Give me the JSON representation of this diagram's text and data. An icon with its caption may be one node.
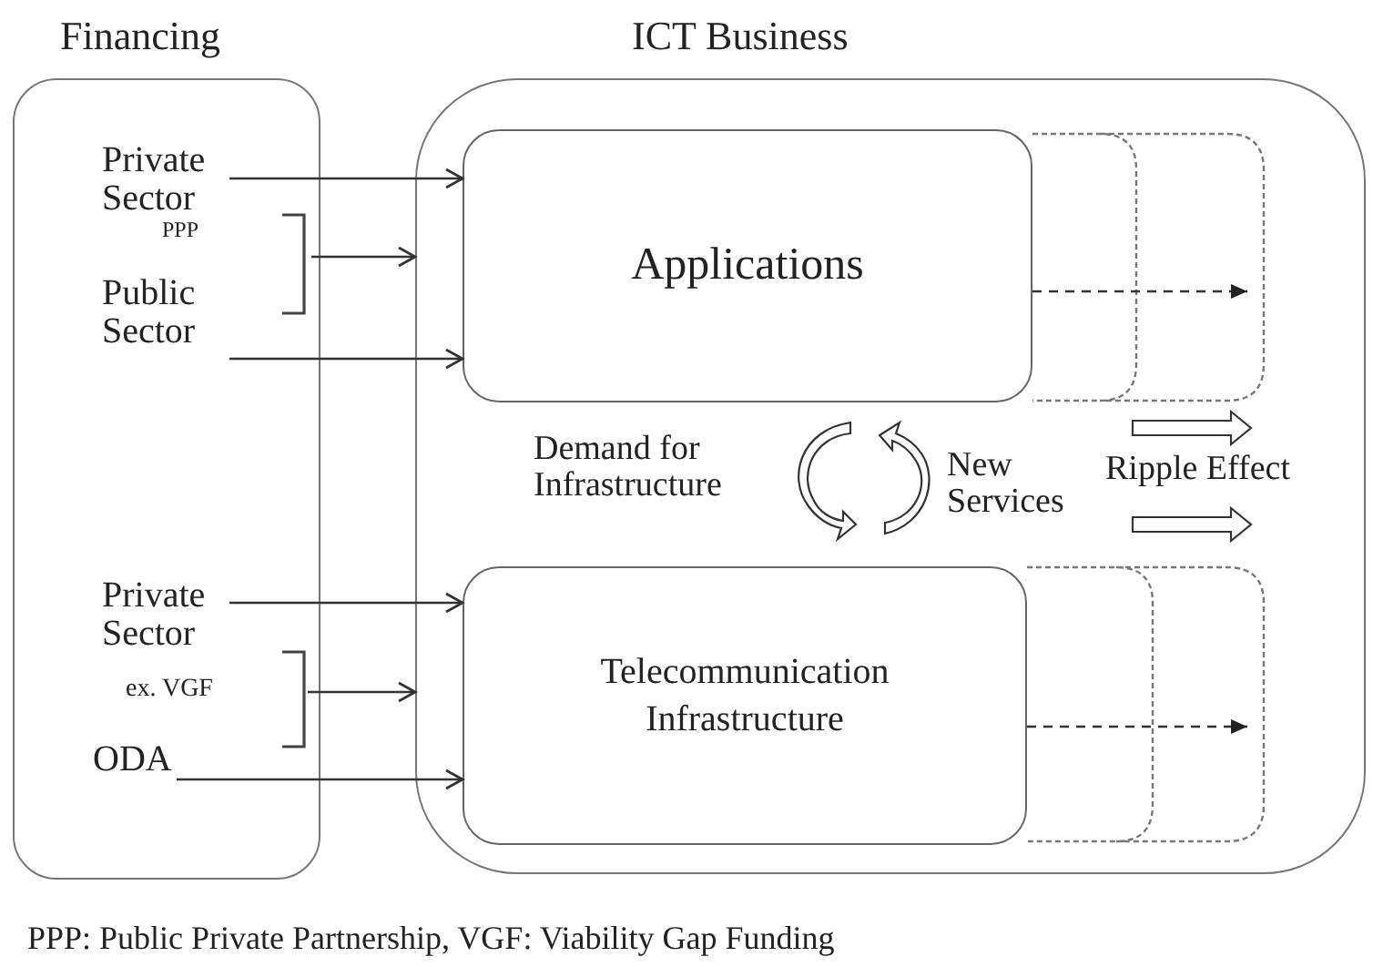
{
  "diagram": {
    "caption": "PPP: Public Private Partnership, VGF: Viability Gap Funding",
    "nodes": [
      {
        "text": [
          "Financing"
        ]
      },
      {
        "text": [
          "Private Sector"
        ],
        "in": 0
      },
      {
        "text": [
          "PPP"
        ],
        "in": 0
      },
      {
        "text": [
          "Public Sector"
        ],
        "in": 0
      },
      {
        "text": [
          "Private Sector"
        ],
        "in": 0
      },
      {
        "text": [
          "ex. VGF"
        ],
        "in": 0
      },
      {
        "text": [
          "ODA"
        ],
        "in": 0
      },
      {
        "text": [
          "ICT Business"
        ]
      },
      {
        "text": [
          "Applications"
        ],
        "in": 7
      },
      {
        "text": [],
        "shape": "box",
        "in": 7
      },
      {
        "text": [
          "Telecommunication Infrastructure"
        ],
        "in": 7
      },
      {
        "text": [],
        "shape": "box",
        "in": 7
      }
    ],
    "edges": [
      {
        "from": 1,
        "to": 8,
        "arrow": "to"
      },
      {
        "from": 2,
        "to": 7,
        "arrow": "to"
      },
      {
        "from": 3,
        "to": 8,
        "arrow": "to"
      },
      {
        "from": 4,
        "to": 10,
        "arrow": "to"
      },
      {
        "from": 5,
        "to": 7,
        "arrow": "to"
      },
      {
        "from": 6,
        "to": 10,
        "arrow": "to"
      },
      {
        "from": 8,
        "to": 9,
        "arrow": "to",
        "style": "dashed"
      },
      {
        "from": 10,
        "to": 11,
        "arrow": "to",
        "style": "dashed"
      }
    ],
    "labels": [
      "Demand for Infrastructure",
      "New Services",
      "Ripple Effect"
    ]
  }
}
